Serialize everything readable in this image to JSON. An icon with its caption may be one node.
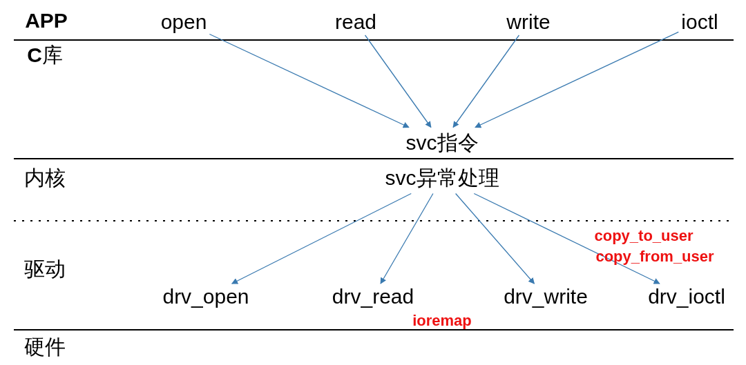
{
  "diagram": {
    "nodes": [
      {
        "text": [
          "open"
        ]
      },
      {
        "text": [
          "read"
        ]
      },
      {
        "text": [
          "write"
        ]
      },
      {
        "text": [
          "ioctl"
        ]
      },
      {
        "text": [
          "svc指令"
        ]
      },
      {
        "text": [
          "svc异常处理"
        ]
      },
      {
        "text": [
          "drv_open"
        ]
      },
      {
        "text": [
          "drv_read"
        ]
      },
      {
        "text": [
          "drv_write"
        ]
      },
      {
        "text": [
          "drv_ioctl"
        ]
      }
    ],
    "edges": [
      {
        "from": 0,
        "to": 4,
        "arrow": "to"
      },
      {
        "from": 1,
        "to": 4,
        "arrow": "to"
      },
      {
        "from": 2,
        "to": 4,
        "arrow": "to"
      },
      {
        "from": 3,
        "to": 4,
        "arrow": "to"
      },
      {
        "from": 5,
        "to": 6,
        "arrow": "to"
      },
      {
        "from": 5,
        "to": 7,
        "arrow": "to"
      },
      {
        "from": 5,
        "to": 8,
        "arrow": "to"
      },
      {
        "from": 5,
        "to": 9,
        "arrow": "to"
      }
    ],
    "labels": [
      "APP",
      "**C**库",
      "内核",
      "copy_to_user",
      "驱动",
      "copy_from_user",
      "ioremap",
      "硬件"
    ]
  }
}
